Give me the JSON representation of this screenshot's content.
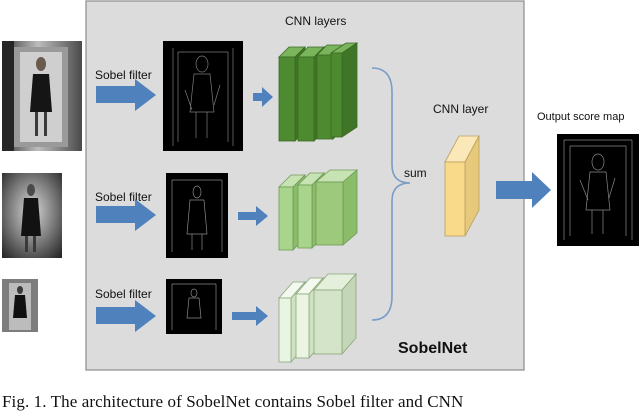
{
  "figure": {
    "network_name": "SobelNet",
    "cnn_layers_label": "CNN layers",
    "cnn_layer_label": "CNN layer",
    "sum_label": "sum",
    "output_label": "Output score map",
    "sobel_labels": [
      "Sobel filter",
      "Sobel filter",
      "Sobel filter"
    ],
    "caption": "Fig. 1.   The architecture of SobelNet contains Sobel filter and CNN"
  },
  "colors": {
    "panel_bg": "#dcdcdc",
    "panel_border": "#8c8c8c",
    "arrow": "#4f81bd",
    "branch1_layer": "#4e8a30",
    "branch2_layer": "#9cc97c",
    "branch3_layer": "#e2efd9",
    "final_layer": "#f9d98a"
  }
}
